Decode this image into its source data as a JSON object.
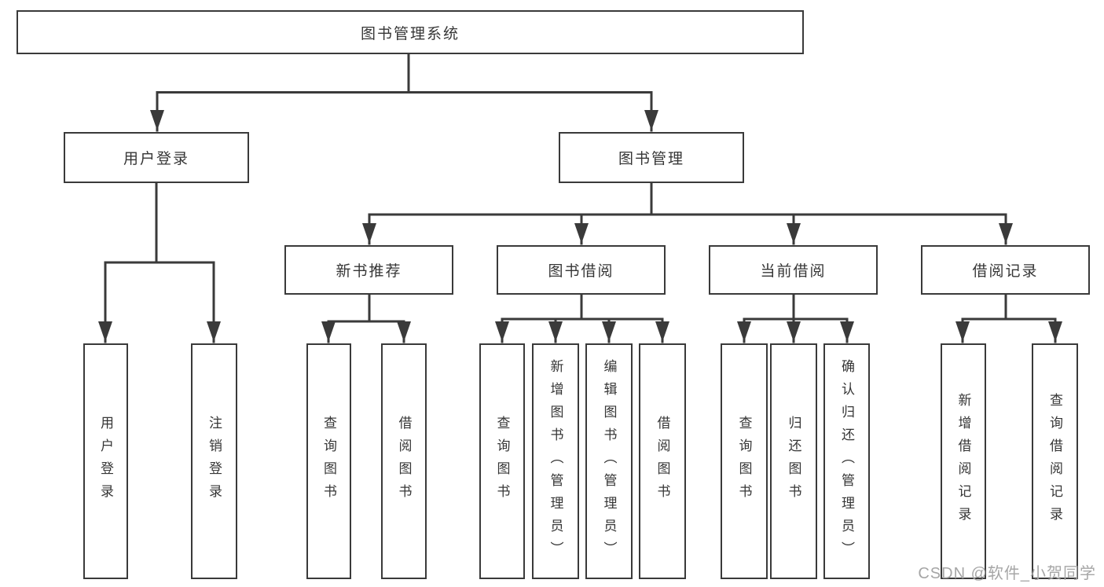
{
  "diagram": {
    "root": {
      "label": "图书管理系统"
    },
    "level2": {
      "user_login": {
        "label": "用户登录"
      },
      "book_management": {
        "label": "图书管理"
      }
    },
    "level3": {
      "new_book_recommend": {
        "label": "新书推荐"
      },
      "book_borrowing": {
        "label": "图书借阅"
      },
      "current_borrowing": {
        "label": "当前借阅"
      },
      "borrowing_records": {
        "label": "借阅记录"
      }
    },
    "leaves": {
      "user_login": {
        "label": "用户登录"
      },
      "logout": {
        "label": "注销登录"
      },
      "recommend_query_books": {
        "label": "查询图书"
      },
      "recommend_borrow_books": {
        "label": "借阅图书"
      },
      "borrowing_query_books": {
        "label": "查询图书"
      },
      "borrowing_add_books": {
        "label": "新增图书（管理员）"
      },
      "borrowing_edit_books": {
        "label": "编辑图书（管理员）"
      },
      "borrowing_borrow_books": {
        "label": "借阅图书"
      },
      "current_query_books": {
        "label": "查询图书"
      },
      "current_return_books": {
        "label": "归还图书"
      },
      "current_confirm_return": {
        "label": "确认归还（管理员）"
      },
      "records_add_record": {
        "label": "新增借阅记录"
      },
      "records_query_record": {
        "label": "查询借阅记录"
      }
    }
  },
  "watermark": {
    "text": "CSDN @软件_小贺同学"
  },
  "colors": {
    "line": "#3a3a3a",
    "text": "#363636",
    "node_background": "#ffffff",
    "watermark": "#a6a6a6",
    "background": "#ffffff"
  }
}
